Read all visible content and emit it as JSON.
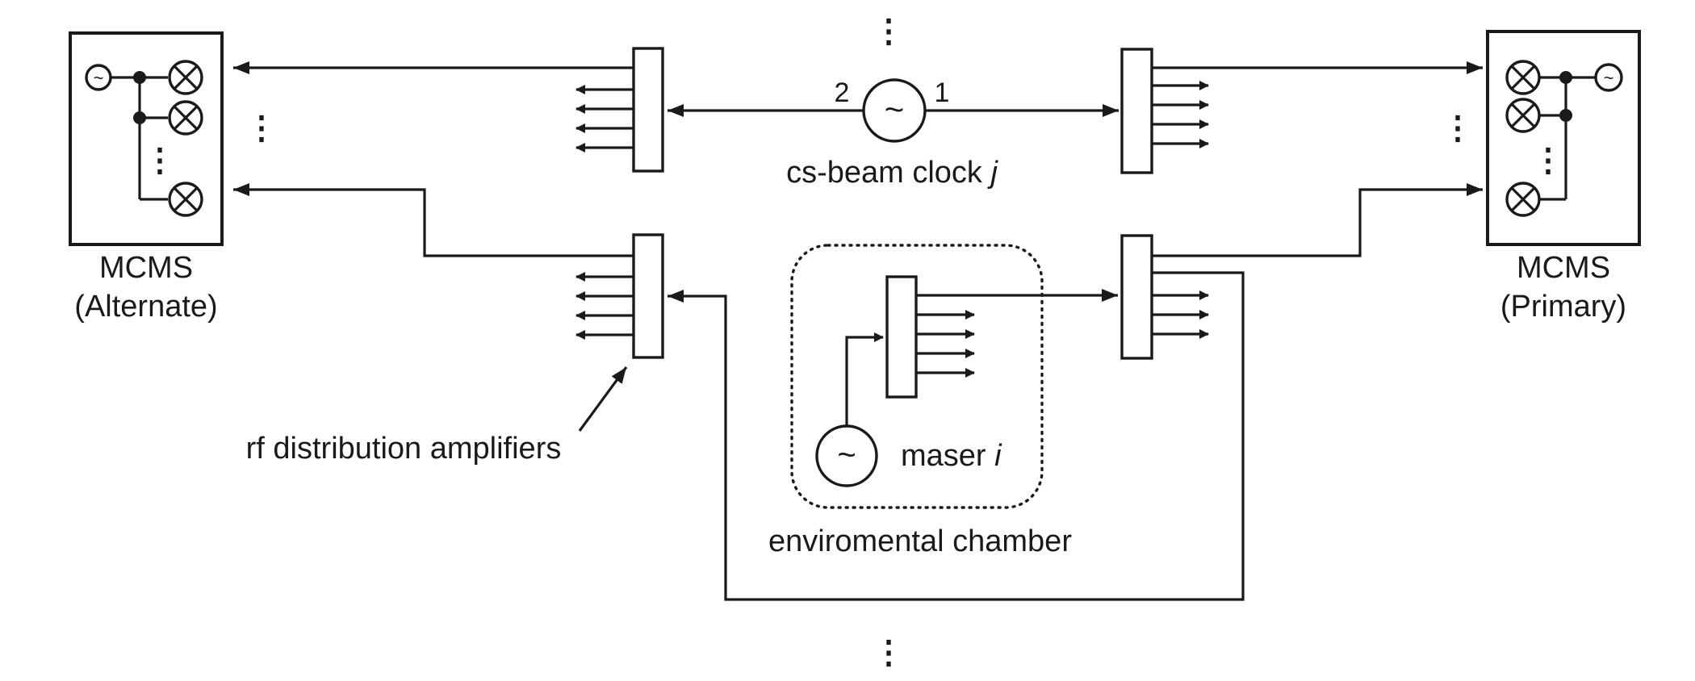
{
  "labels": {
    "mcms_alternate_line1": "MCMS",
    "mcms_alternate_line2": "(Alternate)",
    "mcms_primary_line1": "MCMS",
    "mcms_primary_line2": "(Primary)",
    "cs_clock_text": "cs-beam clock ",
    "cs_clock_index": "j",
    "maser_text": "maser ",
    "maser_index": "i",
    "rf_amplifiers": "rf distribution amplifiers",
    "chamber": "enviromental chamber",
    "port_2": "2",
    "port_1": "1",
    "tilde": "~",
    "vdots": "⋮"
  }
}
